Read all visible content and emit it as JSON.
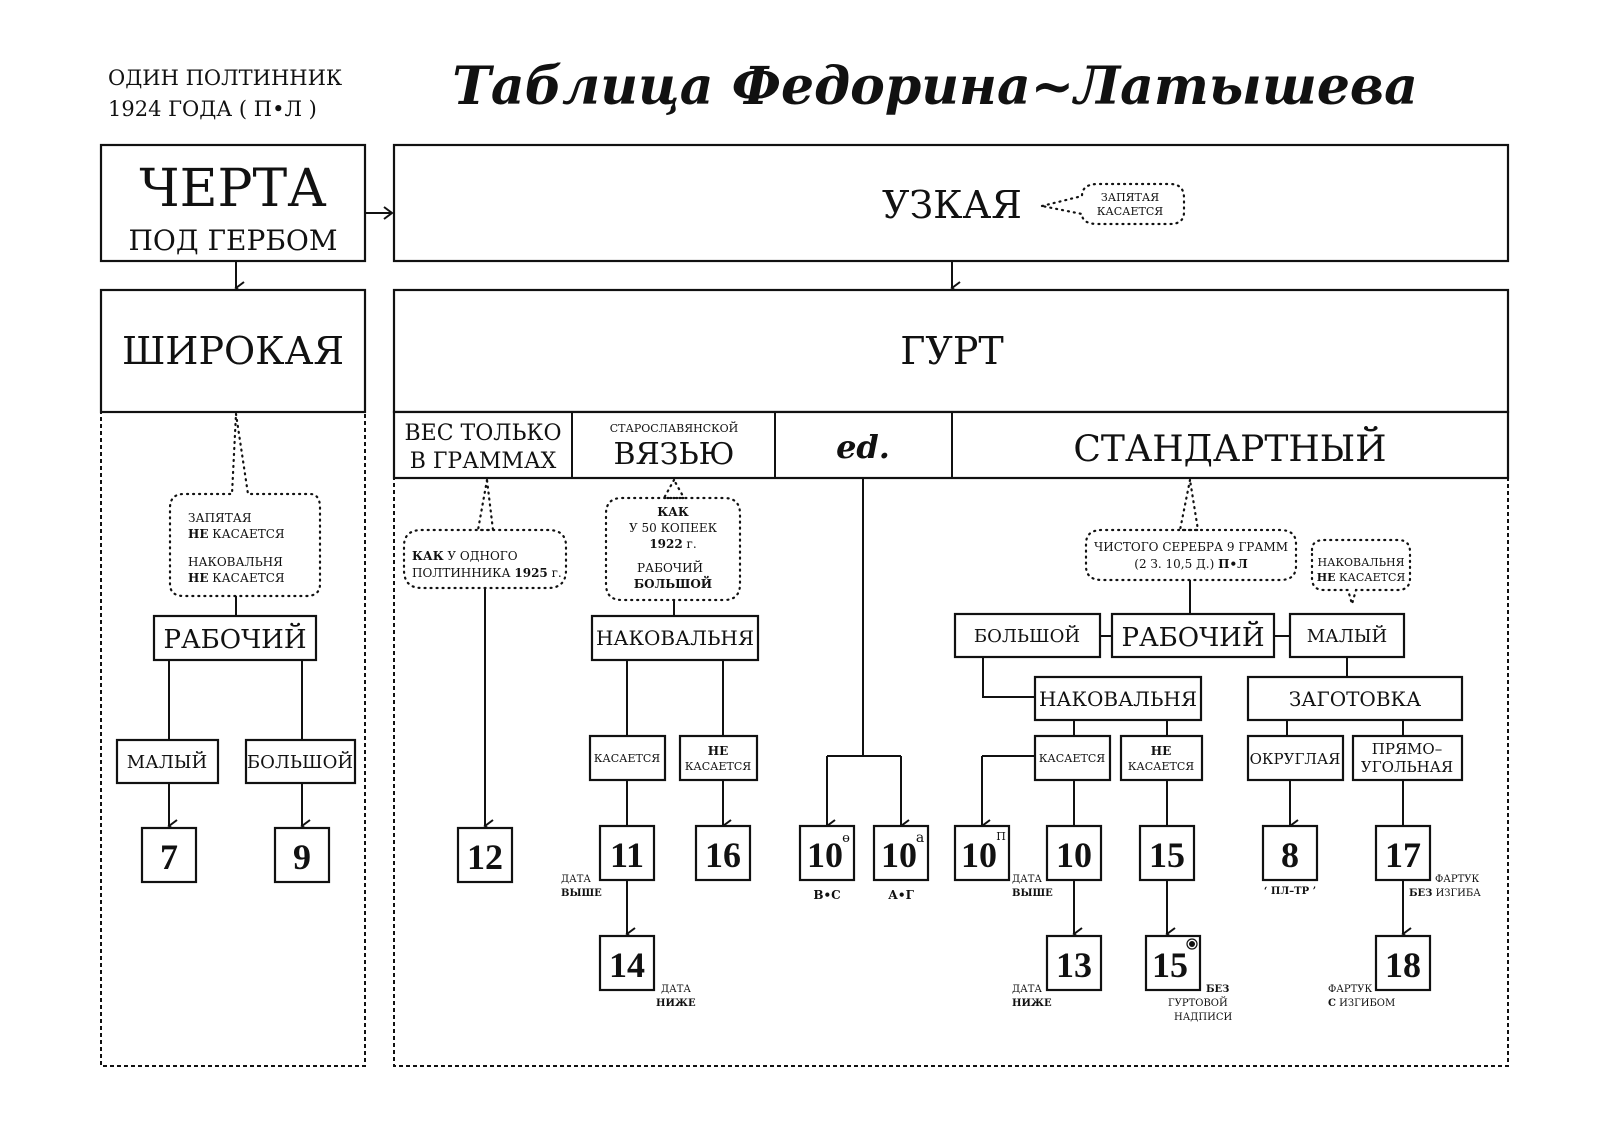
{
  "subtitle": [
    "ОДИН ПОЛТИННИК",
    "1924 ГОДА ( П•Л )"
  ],
  "title": "Таблица Федорина~Латышева",
  "top": {
    "cherta": "ЧЕРТА",
    "pod_gerbom": "ПОД ГЕРБОМ",
    "uzkaya": "УЗКАЯ",
    "uzkaya_note": [
      "ЗАПЯТАЯ",
      "КАСАЕТСЯ"
    ],
    "shirokaya": "ШИРОКАЯ",
    "gurt": "ГУРТ"
  },
  "gurt_types": {
    "ves": [
      "ВЕС ТОЛЬКО",
      "В ГРАММАХ"
    ],
    "vyaz_small": "СТАРОСЛАВЯНСКОЙ",
    "vyaz": "ВЯЗЬЮ",
    "ed": "ed.",
    "standard": "СТАНДАРТНЫЙ"
  },
  "left_panel": {
    "note": [
      {
        "bold": "",
        "text": "ЗАПЯТАЯ"
      },
      {
        "bold": "НЕ",
        "text": " КАСАЕТСЯ"
      },
      {
        "bold": "",
        "text": "НАКОВАЛЬНЯ"
      },
      {
        "bold": "НЕ",
        "text": " КАСАЕТСЯ"
      }
    ],
    "rabochiy": "РАБОЧИЙ",
    "malyi": "МАЛЫЙ",
    "bolshoy": "БОЛЬШОЙ",
    "n7": "7",
    "n9": "9"
  },
  "ves_branch": {
    "note_bold": "КАК",
    "note_1": " У ОДНОГО",
    "note_2": "ПОЛТИННИКА ",
    "note_year": "1925",
    "note_g": " г.",
    "n12": "12"
  },
  "vyaz_branch": {
    "note": [
      "КАК",
      "У 50 КОПЕЕК",
      "1922",
      " г.",
      "РАБОЧИЙ",
      "БОЛЬШОЙ"
    ],
    "nakovalnya": "НАКОВАЛЬНЯ",
    "kasaetsya": "КАСАЕТСЯ",
    "ne": "НЕ",
    "ne_kasaetsya": "КАСАЕТСЯ",
    "n11": "11",
    "n11_label": [
      "ДАТА",
      "ВЫШЕ"
    ],
    "n16": "16",
    "n14": "14",
    "n14_label": [
      "ДАТА",
      "НИЖЕ"
    ]
  },
  "ed_branch": {
    "n10v": "10",
    "n10v_sup": "ө",
    "n10v_label": "В•С",
    "n10a": "10",
    "n10a_sup": "а",
    "n10a_label": "А•Г"
  },
  "standard_branch": {
    "note": [
      "ЧИСТОГО СЕРЕБРА 9 ГРАММ",
      "(2 З. 10,5 Д.) ",
      "П•Л"
    ],
    "note2": [
      "НАКОВАЛЬНЯ",
      "НЕ",
      " КАСАЕТСЯ"
    ],
    "bolshoy": "БОЛЬШОЙ",
    "rabochiy": "РАБОЧИЙ",
    "malyi": "МАЛЫЙ",
    "nakovalnya": "НАКОВАЛЬНЯ",
    "zagotovka": "ЗАГОТОВКА",
    "kasaetsya": "КАСАЕТСЯ",
    "ne": "НЕ",
    "ne_kasaetsya": "КАСАЕТСЯ",
    "okruglaya": "ОКРУГЛАЯ",
    "pryamo": [
      "ПРЯМО–",
      "УГОЛЬНАЯ"
    ],
    "n10p": "10",
    "n10p_sup": "П",
    "n10": "10",
    "n10_label": [
      "ДАТА",
      "ВЫШЕ"
    ],
    "n15": "15",
    "n8": "8",
    "n8_label": "‘ ПЛ–ТР ’",
    "n17": "17",
    "n17_label": [
      "ФАРТУК",
      "БЕЗ",
      " ИЗГИБА"
    ],
    "n13": "13",
    "n13_label": [
      "ДАТА",
      "НИЖЕ"
    ],
    "n15b": "15",
    "n15b_label": [
      "БЕЗ",
      "ГУРТОВОЙ",
      "НАДПИСИ"
    ],
    "n18": "18",
    "n18_label": [
      "ФАРТУК",
      "С",
      " ИЗГИБОМ"
    ]
  }
}
